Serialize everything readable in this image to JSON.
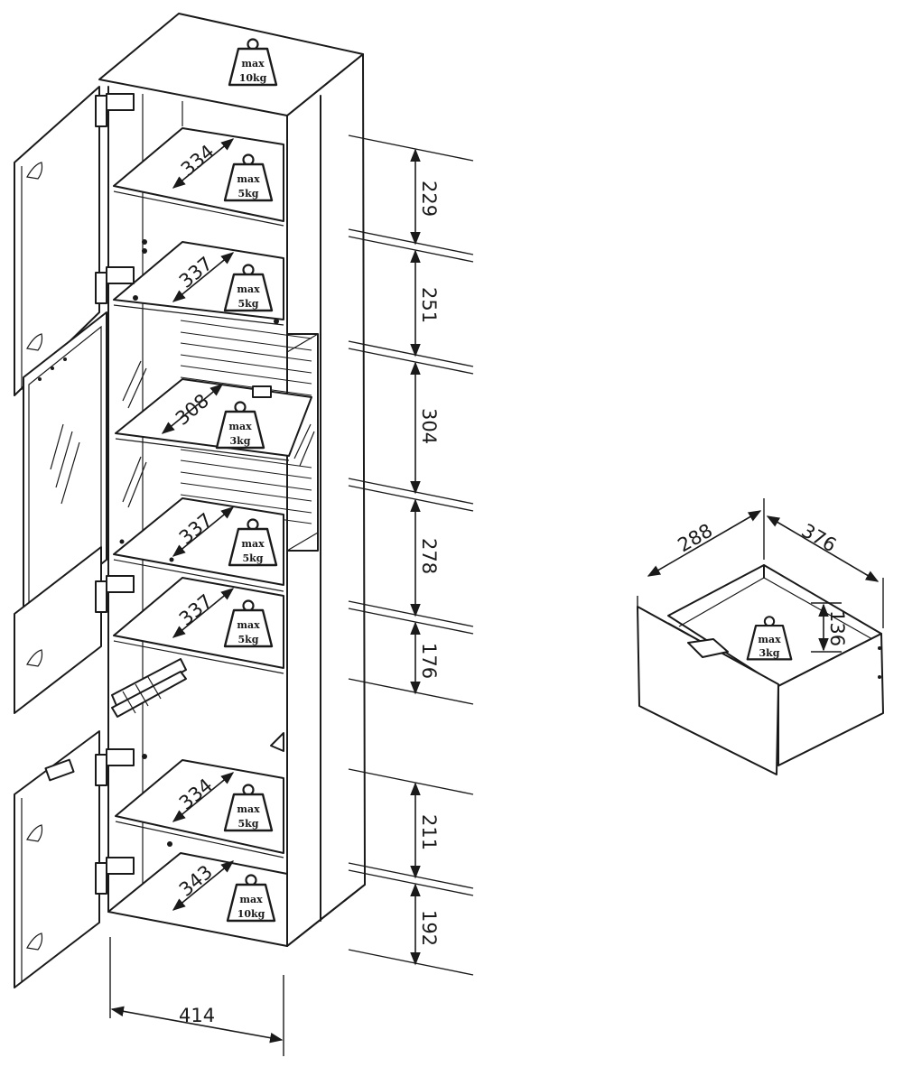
{
  "cabinet": {
    "top_load": {
      "max_label": "max",
      "weight": "10kg"
    },
    "shelves": [
      {
        "depth": "334",
        "max_label": "max",
        "weight": "5kg"
      },
      {
        "depth": "337",
        "max_label": "max",
        "weight": "5kg"
      },
      {
        "depth": "308",
        "max_label": "max",
        "weight": "3kg"
      },
      {
        "depth": "337",
        "max_label": "max",
        "weight": "5kg"
      },
      {
        "depth": "337",
        "max_label": "max",
        "weight": "5kg"
      },
      {
        "depth": "334",
        "max_label": "max",
        "weight": "5kg"
      },
      {
        "depth": "343",
        "max_label": "max",
        "weight": "10kg"
      }
    ],
    "vertical_dimensions": [
      "229",
      "251",
      "304",
      "278",
      "176",
      "211",
      "192"
    ],
    "width": "414"
  },
  "drawer": {
    "width": "288",
    "depth": "376",
    "height": "136",
    "load": {
      "max_label": "max",
      "weight": "3kg"
    }
  }
}
